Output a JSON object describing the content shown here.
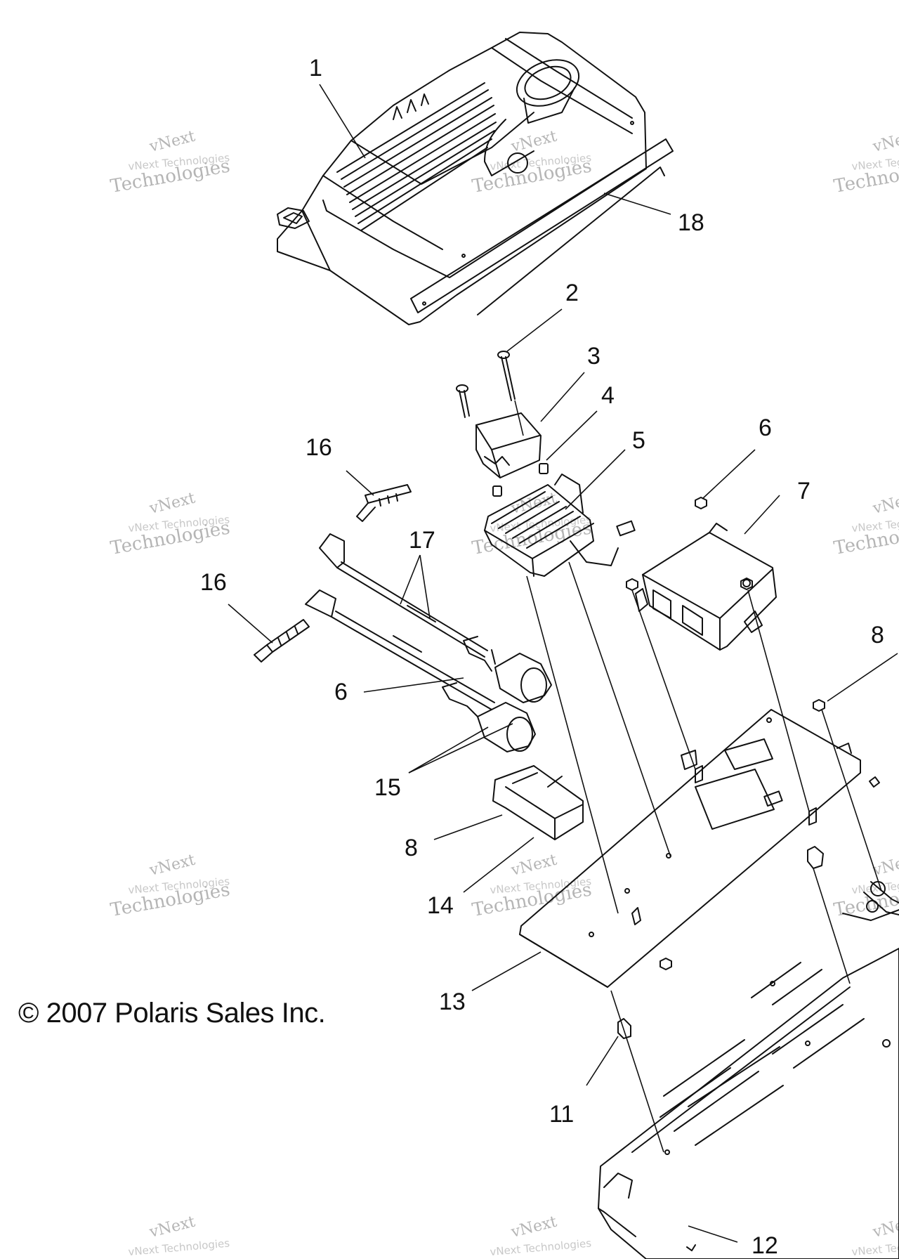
{
  "watermark": {
    "line1": "vNext",
    "line2": "vNext Technologies",
    "line3": "Technologies"
  },
  "copyright": "© 2007 Polaris Sales Inc.",
  "callouts": [
    {
      "id": "c1",
      "label": "1"
    },
    {
      "id": "c18",
      "label": "18"
    },
    {
      "id": "c2",
      "label": "2"
    },
    {
      "id": "c3",
      "label": "3"
    },
    {
      "id": "c4",
      "label": "4"
    },
    {
      "id": "c5",
      "label": "5"
    },
    {
      "id": "c6a",
      "label": "6"
    },
    {
      "id": "c7",
      "label": "7"
    },
    {
      "id": "c16a",
      "label": "16"
    },
    {
      "id": "c17",
      "label": "17"
    },
    {
      "id": "c16b",
      "label": "16"
    },
    {
      "id": "c6b",
      "label": "6"
    },
    {
      "id": "c8a",
      "label": "8"
    },
    {
      "id": "c15",
      "label": "15"
    },
    {
      "id": "c8b",
      "label": "8"
    },
    {
      "id": "c14",
      "label": "14"
    },
    {
      "id": "c13",
      "label": "13"
    },
    {
      "id": "c11",
      "label": "11"
    },
    {
      "id": "c12",
      "label": "12"
    }
  ]
}
